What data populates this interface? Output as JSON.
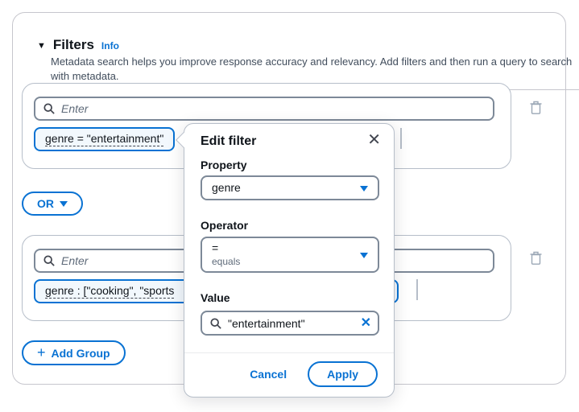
{
  "icons": {
    "caret_down": "▼",
    "close": "✕",
    "clear": "✕",
    "plus": "+"
  },
  "section": {
    "title": "Filters",
    "info": "Info",
    "description": "Metadata search helps you improve response accuracy and relevancy. Add filters and then run a query to search with metadata."
  },
  "groups": [
    {
      "search_placeholder": "Enter",
      "token": "genre = \"entertainment\""
    },
    {
      "search_placeholder": "Enter",
      "token": "genre : [\"cooking\", \"sports"
    }
  ],
  "or_button": {
    "label": "OR"
  },
  "add_group": {
    "label": "Add Group"
  },
  "popover": {
    "title": "Edit filter",
    "property_label": "Property",
    "property_value": "genre",
    "operator_label": "Operator",
    "operator_value": "=",
    "operator_description": "equals",
    "value_label": "Value",
    "value_text": "\"entertainment\"",
    "cancel": "Cancel",
    "apply": "Apply"
  },
  "colors": {
    "accent": "#0972d3",
    "text": "#0f141a",
    "muted": "#5f6b7a",
    "input_border": "#7d8998"
  }
}
